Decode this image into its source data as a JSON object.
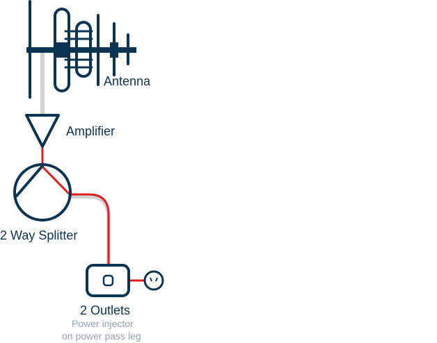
{
  "diagram": {
    "antenna": {
      "label": "Antenna",
      "icon": "antenna-icon"
    },
    "amplifier": {
      "label": "Amplifier",
      "icon": "amplifier-icon"
    },
    "splitter": {
      "label": "2 Way Splitter",
      "icon": "splitter-icon"
    },
    "outlets": {
      "label": "2 Outlets",
      "note_line1": "Power injector",
      "note_line2": "on power pass leg",
      "icon": "wall-outlet-icon",
      "injector_icon": "power-injector-icon"
    }
  },
  "colors": {
    "stroke": "#0b3352",
    "cable_sheath": "#d3d3d3",
    "signal": "#e01e1e",
    "note_text": "#8fa3b4"
  }
}
